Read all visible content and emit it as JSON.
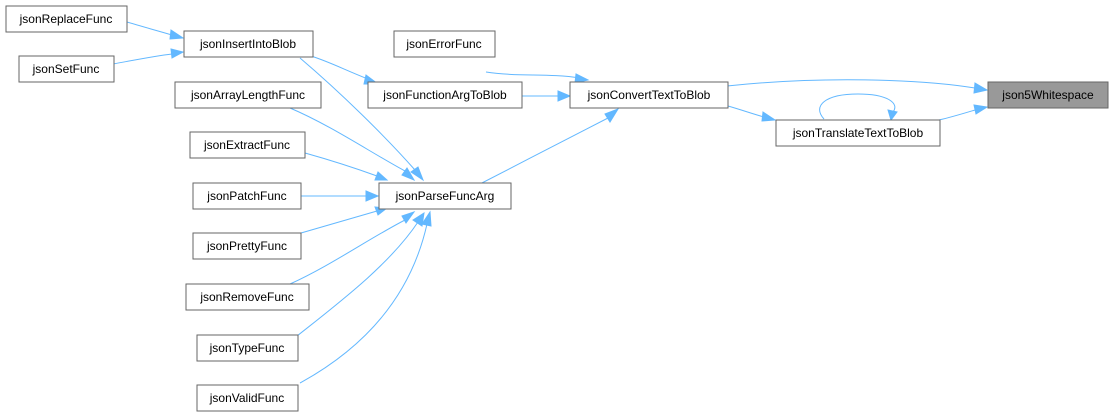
{
  "graph": {
    "nodes": {
      "json5Whitespace": "json5Whitespace",
      "jsonConvertTextToBlob": "jsonConvertTextToBlob",
      "jsonTranslateTextToBlob": "jsonTranslateTextToBlob",
      "jsonErrorFunc": "jsonErrorFunc",
      "jsonFunctionArgToBlob": "jsonFunctionArgToBlob",
      "jsonParseFuncArg": "jsonParseFuncArg",
      "jsonInsertIntoBlob": "jsonInsertIntoBlob",
      "jsonReplaceFunc": "jsonReplaceFunc",
      "jsonSetFunc": "jsonSetFunc",
      "jsonArrayLengthFunc": "jsonArrayLengthFunc",
      "jsonExtractFunc": "jsonExtractFunc",
      "jsonPatchFunc": "jsonPatchFunc",
      "jsonPrettyFunc": "jsonPrettyFunc",
      "jsonRemoveFunc": "jsonRemoveFunc",
      "jsonTypeFunc": "jsonTypeFunc",
      "jsonValidFunc": "jsonValidFunc"
    },
    "edge_color": "#63b8ff",
    "highlight_color": "#999999",
    "edges": [
      [
        "jsonConvertTextToBlob",
        "json5Whitespace"
      ],
      [
        "jsonTranslateTextToBlob",
        "json5Whitespace"
      ],
      [
        "jsonTranslateTextToBlob",
        "jsonTranslateTextToBlob"
      ],
      [
        "jsonConvertTextToBlob",
        "jsonTranslateTextToBlob"
      ],
      [
        "jsonErrorFunc",
        "jsonConvertTextToBlob"
      ],
      [
        "jsonFunctionArgToBlob",
        "jsonConvertTextToBlob"
      ],
      [
        "jsonParseFuncArg",
        "jsonConvertTextToBlob"
      ],
      [
        "jsonInsertIntoBlob",
        "jsonFunctionArgToBlob"
      ],
      [
        "jsonReplaceFunc",
        "jsonInsertIntoBlob"
      ],
      [
        "jsonSetFunc",
        "jsonInsertIntoBlob"
      ],
      [
        "jsonInsertIntoBlob",
        "jsonParseFuncArg"
      ],
      [
        "jsonArrayLengthFunc",
        "jsonParseFuncArg"
      ],
      [
        "jsonExtractFunc",
        "jsonParseFuncArg"
      ],
      [
        "jsonPatchFunc",
        "jsonParseFuncArg"
      ],
      [
        "jsonPrettyFunc",
        "jsonParseFuncArg"
      ],
      [
        "jsonRemoveFunc",
        "jsonParseFuncArg"
      ],
      [
        "jsonTypeFunc",
        "jsonParseFuncArg"
      ],
      [
        "jsonValidFunc",
        "jsonParseFuncArg"
      ]
    ]
  }
}
